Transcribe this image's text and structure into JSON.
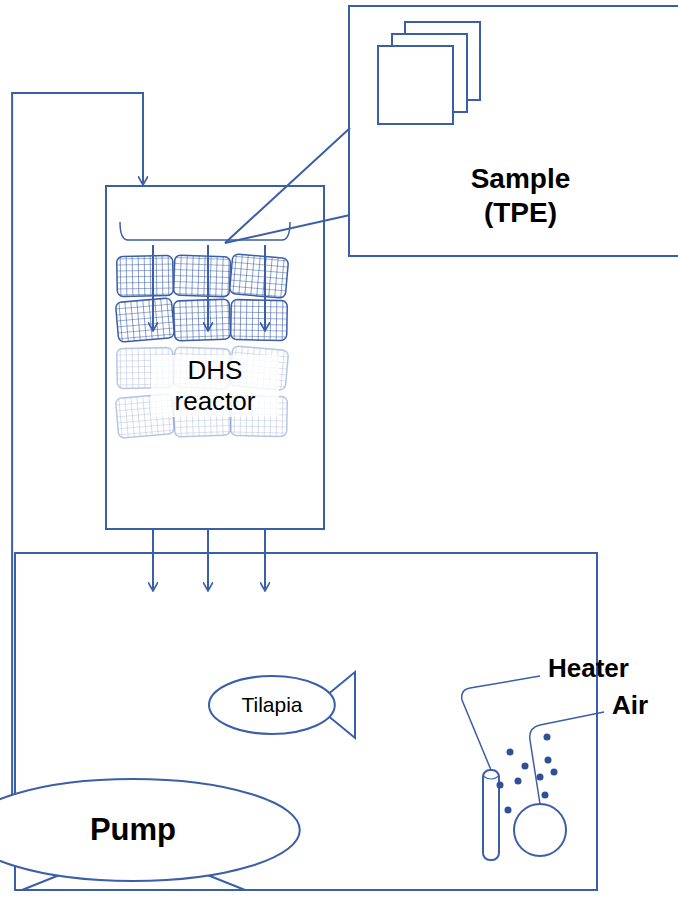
{
  "diagram": {
    "nodes": [
      {
        "text": [
          "Sample (TPE)"
        ]
      },
      {
        "text": [
          "DHS reactor"
        ]
      },
      {
        "text": [
          "Tilapia"
        ]
      },
      {
        "text": [
          "Pump"
        ]
      }
    ],
    "edges": [
      {
        "from": 3,
        "to": 1,
        "arrow": "to"
      }
    ],
    "labels": [
      "Heater",
      "Air"
    ]
  }
}
